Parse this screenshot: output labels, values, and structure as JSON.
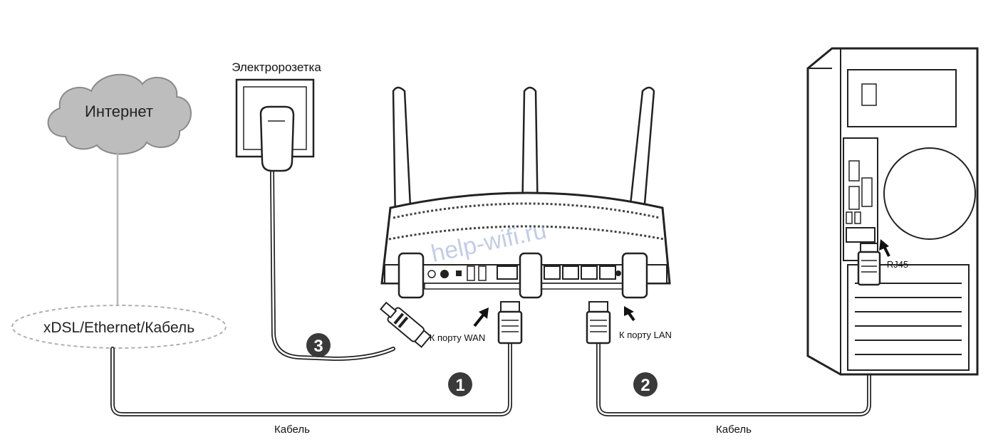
{
  "labels": {
    "internet": "Интернет",
    "outlet": "Электророзетка",
    "xdsl": "xDSL/Ethernet/Кабель",
    "wan_port": "К порту WAN",
    "lan_port": "К порту LAN",
    "rj45": "RJ45",
    "cable_left": "Кабель",
    "cable_right": "Кабель",
    "watermark": "help-wifi.ru"
  },
  "steps": [
    "1",
    "2",
    "3"
  ],
  "colors": {
    "step_badge": "#3a3a3a",
    "cloud_fill": "#bdbdbd",
    "cable": "#222222",
    "watermark": "#8fa3d6"
  }
}
